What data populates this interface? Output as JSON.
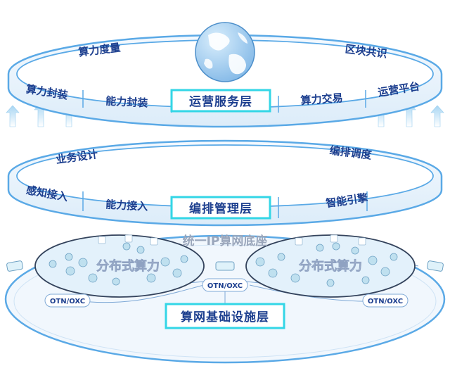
{
  "colors": {
    "ring_stroke": "#5aa9e6",
    "ring_fill": "#eaf4fc",
    "label_box_border": "#33d6e6",
    "text_primary": "#1d3f8f",
    "arrow": "#9ccff0",
    "cloud_fill": "#d8ecf9"
  },
  "icons": {
    "globe": "globe-icon",
    "upward_arrow": "up-arrow-icon",
    "compute_node": "server-chip-icon",
    "router": "router-icon"
  },
  "operation_layer": {
    "title": "运营服务层",
    "top_labels": [
      "算力度量",
      "区块共识"
    ],
    "bottom_labels": [
      "算力封装",
      "能力封装",
      "算力交易",
      "运营平台"
    ]
  },
  "orchestration_layer": {
    "title": "编排管理层",
    "top_labels": [
      "业务设计",
      "编排调度"
    ],
    "bottom_labels": [
      "感知接入",
      "能力接入",
      "智能引擎"
    ]
  },
  "infrastructure_layer": {
    "title": "算网基础设施层",
    "network_base": "统一IP算网底座",
    "clouds": [
      "分布式算力",
      "分布式算力"
    ],
    "transport_nodes": [
      "OTN/OXC",
      "OTN/OXC",
      "OTN/OXC"
    ]
  }
}
